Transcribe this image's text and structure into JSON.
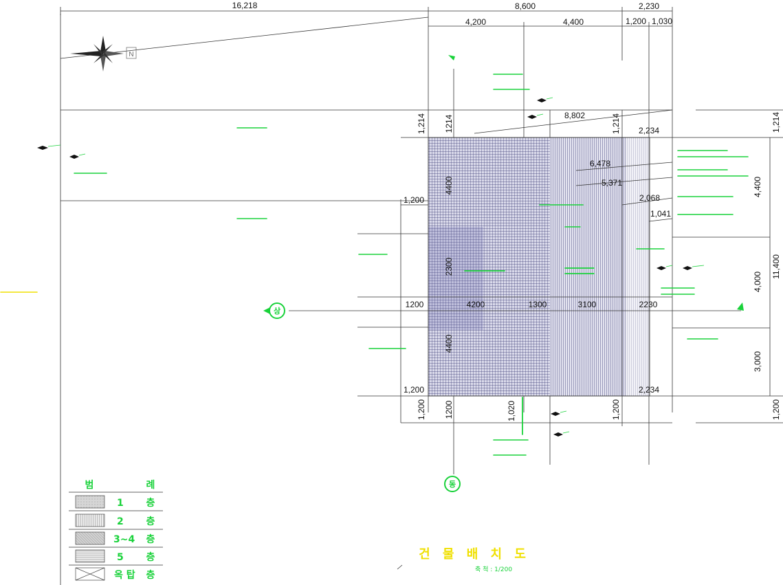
{
  "dims_top": {
    "overall_left": "16,218",
    "overall_mid": "8,600",
    "overall_right": "2,230",
    "sub_4200": "4,200",
    "sub_4400": "4,400",
    "sub_1200": "1,200",
    "sub_1030": "1,030"
  },
  "dims_building": {
    "left_top": "1,214",
    "inner_top": "1214",
    "diag": "8,802",
    "right_top": "1,214",
    "right_top2": "2,234",
    "far_right_top": "1,214",
    "left_1200a": "1,200",
    "v_4400a": "4400",
    "v_2300": "2300",
    "v_4400b": "4400",
    "row_1200": "1200",
    "row_4200": "4200",
    "row_1300": "1300",
    "row_3100": "3100",
    "row_2230": "2230",
    "left_1200b": "1,200",
    "right_2234b": "2,234",
    "bottom_1200a": "1,200",
    "bottom_1200b": "1200",
    "bottom_1020": "1,020",
    "bottom_1200c": "1,200",
    "far_right_1200": "1,200",
    "diag_6478": "6,478",
    "diag_5371": "5,371",
    "diag_2068": "2,068",
    "diag_1041": "1,041",
    "right_4400": "4,400",
    "right_4000": "4,000",
    "right_3000": "3,000",
    "right_11400": "11,400"
  },
  "legend": {
    "title_left": "범",
    "title_right": "례",
    "items": [
      {
        "num": "1",
        "unit": "층"
      },
      {
        "num": "2",
        "unit": "층"
      },
      {
        "num": "3~4",
        "unit": "층"
      },
      {
        "num": "5",
        "unit": "층"
      },
      {
        "num": "옥 탑",
        "unit": "층"
      }
    ]
  },
  "title": {
    "main": "건 물 배 치 도",
    "scale": "축 척 : 1/200"
  },
  "symbols": {
    "compass_label": "N",
    "marker_left": "상",
    "marker_bottom": "동"
  },
  "colors": {
    "line": "#333333",
    "note": "#19d23a",
    "title": "#f0e000",
    "hatch": "#3a3a7a"
  }
}
